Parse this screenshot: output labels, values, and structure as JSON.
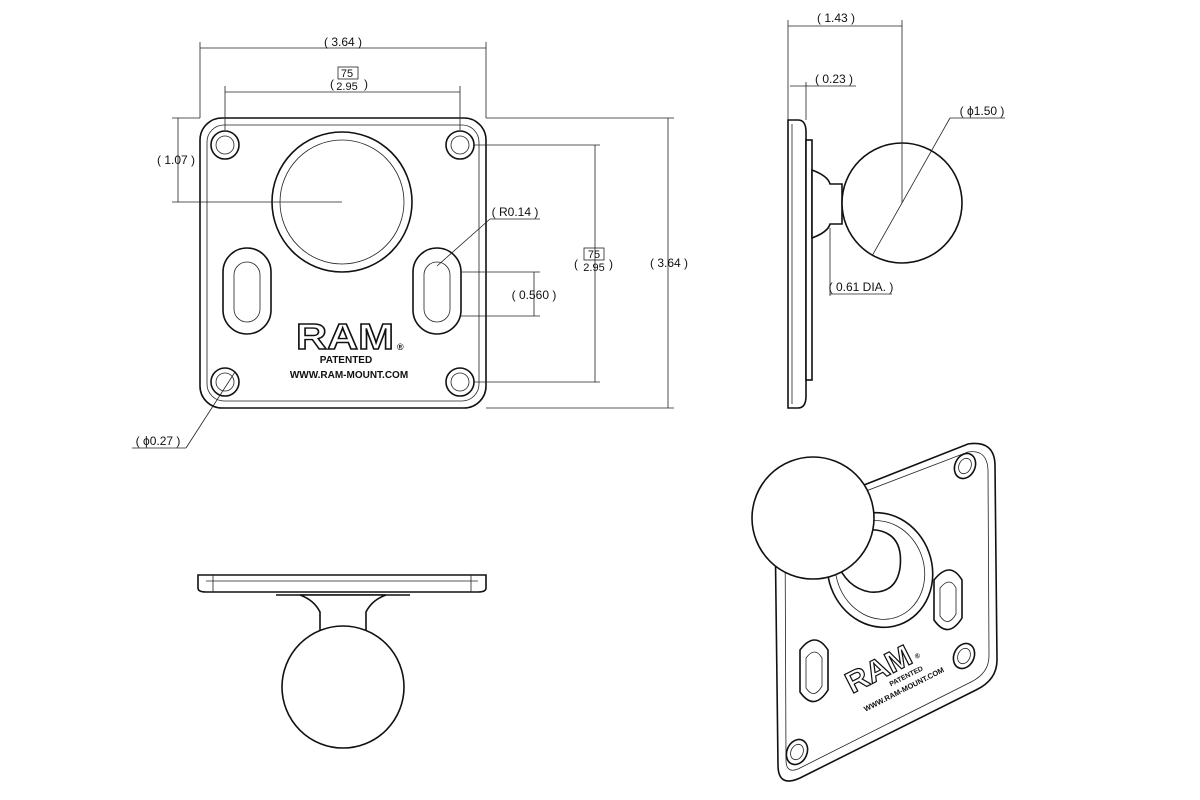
{
  "front_view": {
    "width": "3.64",
    "hole_spacing_top_metric": "75",
    "hole_spacing_top_imperial": "2.95",
    "offset": "1.07",
    "slot_radius": "R0.14",
    "hole_spacing_side_metric": "75",
    "hole_spacing_side_imperial": "2.95",
    "height": "3.64",
    "slot_length": "0.560",
    "hole_diameter": "0.27",
    "brand": "RAM",
    "registered": "®",
    "patented": "PATENTED",
    "website": "WWW.RAM-MOUNT.COM"
  },
  "side_view": {
    "overall_depth": "1.43",
    "plate_thickness": "0.23",
    "ball_diameter": "1.50",
    "neck_diameter": "0.61 DIA."
  },
  "iso_view": {
    "brand": "RAM",
    "registered": "®",
    "patented": "PATENTED",
    "website": "WWW.RAM-MOUNT.COM"
  },
  "symbols": {
    "diameter": "ϕ"
  }
}
